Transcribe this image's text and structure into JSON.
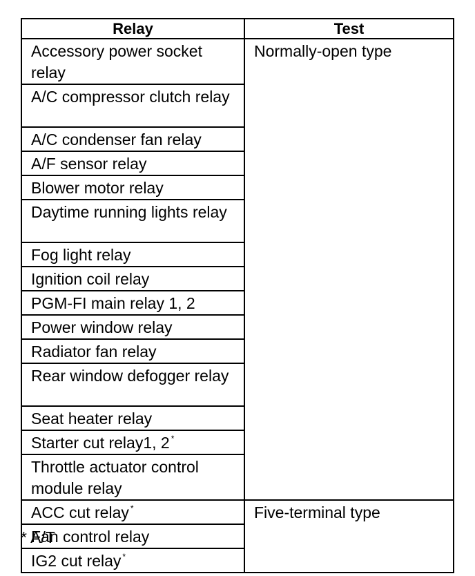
{
  "table": {
    "headers": [
      "Relay",
      "Test"
    ],
    "groups": [
      {
        "test": "Normally-open type",
        "relays": [
          {
            "name": "Accessory power socket relay",
            "note": ""
          },
          {
            "name": "A/C compressor clutch relay",
            "note": ""
          },
          {
            "name": "A/C condenser fan relay",
            "note": ""
          },
          {
            "name": "A/F sensor relay",
            "note": ""
          },
          {
            "name": "Blower motor relay",
            "note": ""
          },
          {
            "name": "Daytime running lights relay",
            "note": ""
          },
          {
            "name": "Fog light relay",
            "note": ""
          },
          {
            "name": "Ignition coil relay",
            "note": ""
          },
          {
            "name": "PGM-FI main relay 1, 2",
            "note": ""
          },
          {
            "name": "Power window relay",
            "note": ""
          },
          {
            "name": "Radiator fan relay",
            "note": ""
          },
          {
            "name": "Rear window defogger relay",
            "note": ""
          },
          {
            "name": "Seat heater relay",
            "note": ""
          },
          {
            "name": "Starter cut relay1, 2",
            "note": "*"
          },
          {
            "name": "Throttle actuator control module relay",
            "note": ""
          }
        ]
      },
      {
        "test": "Five-terminal type",
        "relays": [
          {
            "name": "ACC cut relay",
            "note": "*"
          },
          {
            "name": "Fan control relay",
            "note": ""
          },
          {
            "name": "IG2 cut relay",
            "note": "*"
          }
        ]
      }
    ]
  },
  "footnote": "* A/T"
}
